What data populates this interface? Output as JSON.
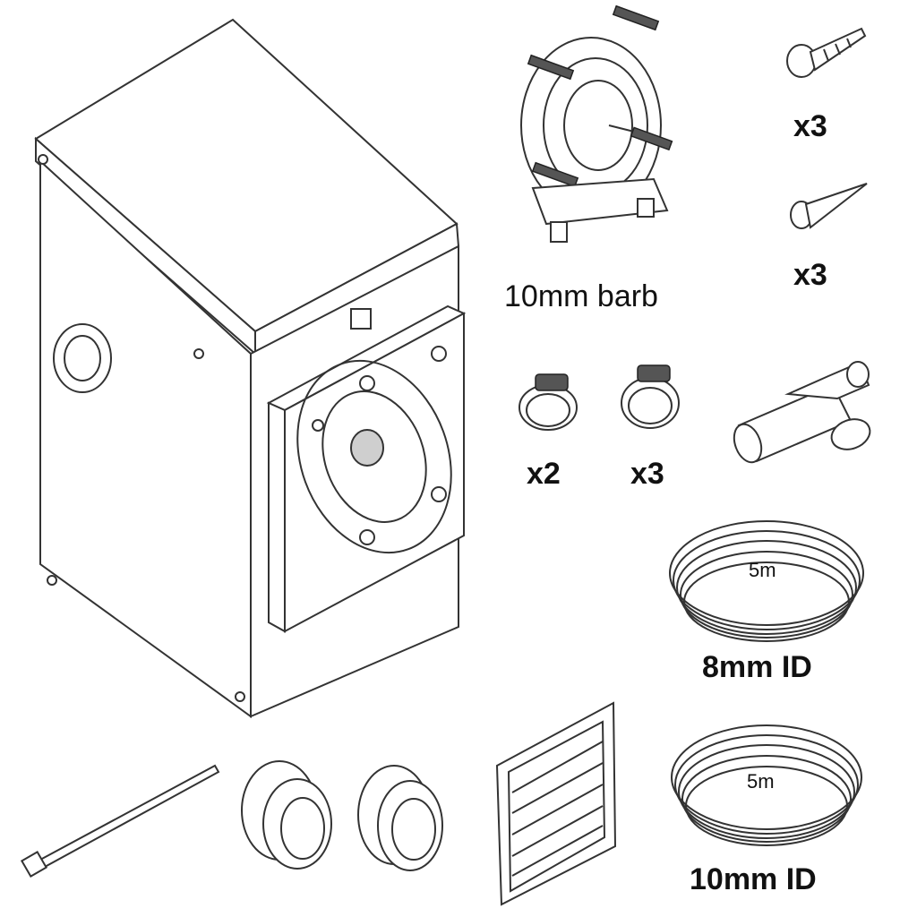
{
  "labels": {
    "pump_head": "10mm barb",
    "screw_qty": "x3",
    "plug_qty": "x3",
    "clip_small_qty": "x2",
    "clip_large_qty": "x3",
    "tube_8_length": "5m",
    "tube_8_id": "8mm ID",
    "tube_10_length": "5m",
    "tube_10_id": "10mm ID"
  }
}
